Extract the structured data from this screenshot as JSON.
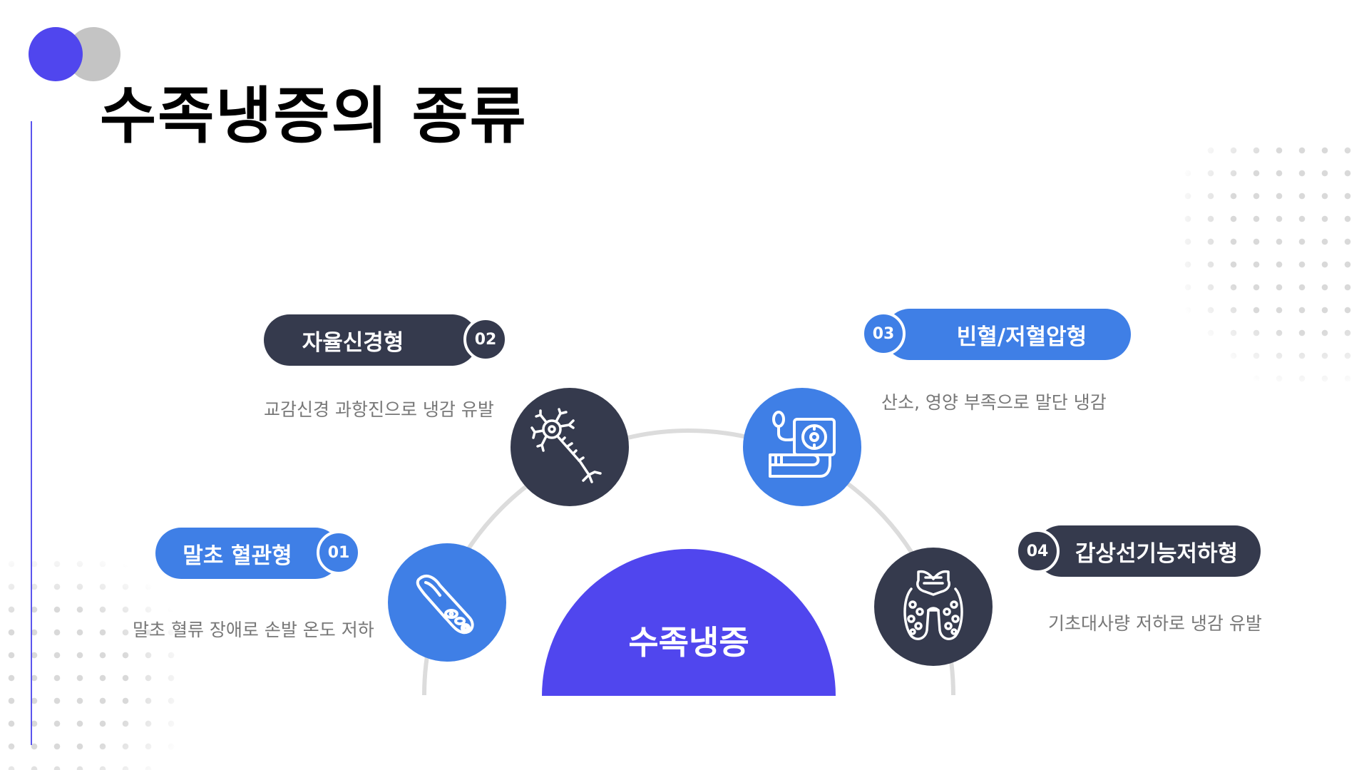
{
  "title": "수족냉증의 종류",
  "center": {
    "label": "수족냉증"
  },
  "items": [
    {
      "number": "01",
      "label": "말초 혈관형",
      "description": "말초 혈류 장애로 손발 온도 저하",
      "icon": "blood-vessel-icon"
    },
    {
      "number": "02",
      "label": "자율신경형",
      "description": "교감신경 과항진으로 냉감 유발",
      "icon": "neuron-icon"
    },
    {
      "number": "03",
      "label": "빈혈/저혈압형",
      "description": "산소, 영양 부족으로 말단 냉감",
      "icon": "blood-pressure-monitor-icon"
    },
    {
      "number": "04",
      "label": "갑상선기능저하형",
      "description": "기초대사량 저하로 냉감 유발",
      "icon": "thyroid-icon"
    }
  ],
  "colors": {
    "accent": "#5046ee",
    "blue": "#3f7fe6",
    "dark": "#353a4d",
    "gray": "#c4c4c4"
  }
}
